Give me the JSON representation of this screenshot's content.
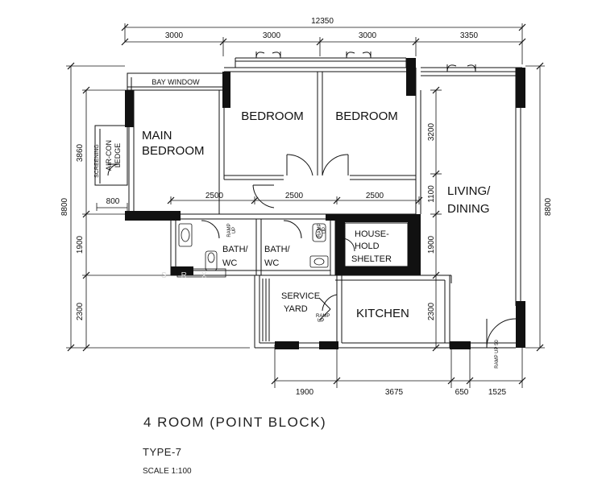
{
  "dimensions": {
    "total_width": "12350",
    "top": [
      "3000",
      "3000",
      "3000",
      "3350"
    ],
    "middle": [
      "2500",
      "2500",
      "2500"
    ],
    "bottom": [
      "1900",
      "3675",
      "650",
      "1525"
    ],
    "left_total": "8800",
    "left": [
      "3860",
      "1900",
      "2300"
    ],
    "ledge_width": "800",
    "right_inner": [
      "3200",
      "1100",
      "1900",
      "2300"
    ],
    "right_total": "8800"
  },
  "rooms": {
    "bay_window": "BAY WINDOW",
    "bedroom_1": "BEDROOM",
    "bedroom_2": "BEDROOM",
    "main_bedroom_1": "MAIN",
    "main_bedroom_2": "BEDROOM",
    "living_1": "LIVING/",
    "living_2": "DINING",
    "screening": "SCREENING",
    "aircon_1": "AIR-CON",
    "aircon_2": "LEDGE",
    "bath1_1": "BATH/",
    "bath1_2": "WC",
    "bath2_1": "BATH/",
    "bath2_2": "WC",
    "shelter_1": "HOUSE-",
    "shelter_2": "HOLD",
    "shelter_3": "SHELTER",
    "service_1": "SERVICE",
    "service_2": "YARD",
    "kitchen": "KITCHEN"
  },
  "ramps": {
    "ramp": "RAMP",
    "up": "UP",
    "ramp_up_50": "RAMP UP 50"
  },
  "watermark": "SRX",
  "caption": {
    "title": "4 ROOM (POINT BLOCK)",
    "type": "TYPE-7",
    "scale": "SCALE 1:100"
  }
}
